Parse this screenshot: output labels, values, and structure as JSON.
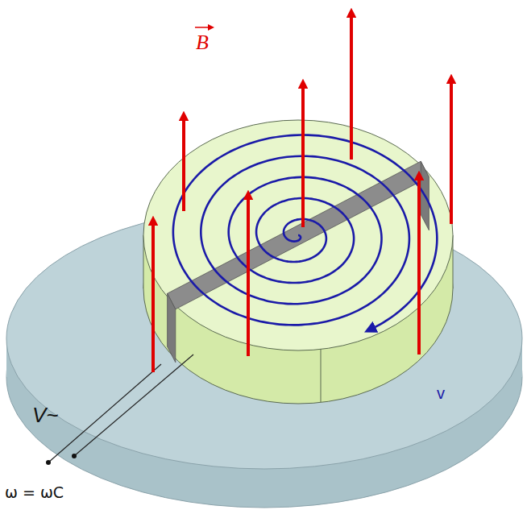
{
  "diagram": {
    "labels": [
      "B",
      "v",
      "V~",
      "ω = ωC"
    ]
  }
}
